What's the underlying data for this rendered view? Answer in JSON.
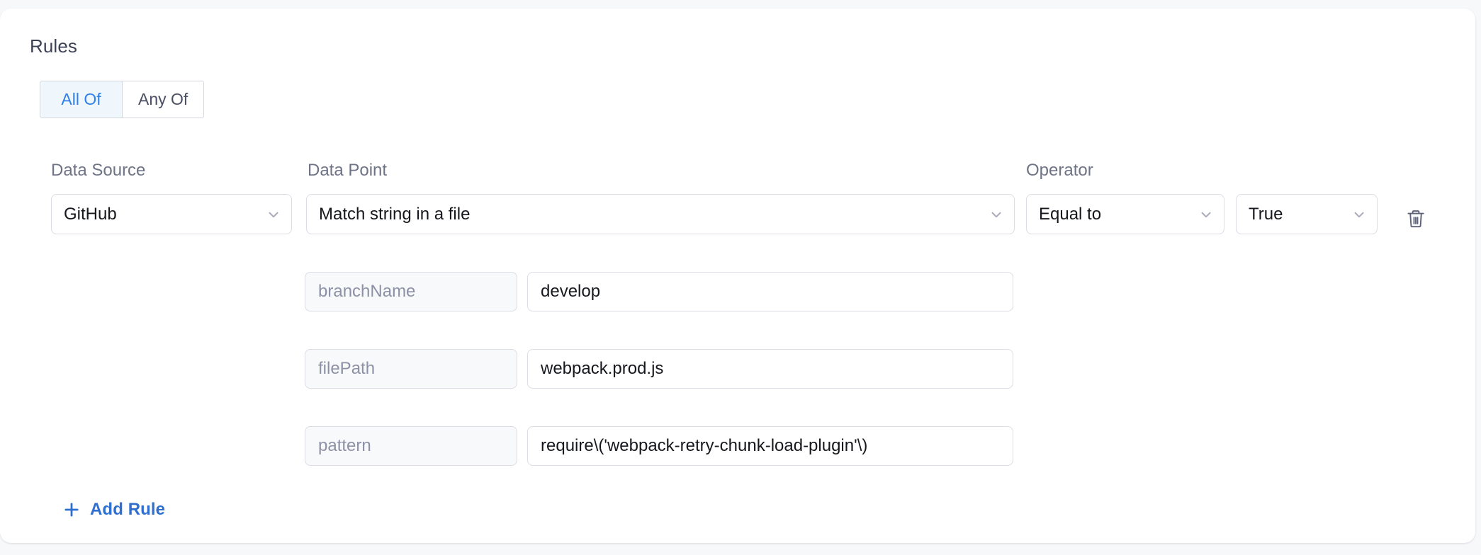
{
  "section": {
    "title": "Rules"
  },
  "match_toggle": {
    "options": [
      {
        "label": "All Of",
        "selected": true
      },
      {
        "label": "Any Of",
        "selected": false
      }
    ]
  },
  "labels": {
    "data_source": "Data Source",
    "data_point": "Data Point",
    "operator": "Operator"
  },
  "rule": {
    "data_source": "GitHub",
    "data_point": "Match string in a file",
    "operator": "Equal to",
    "operator_value": "True",
    "delete_icon": "trash-icon",
    "chevron_icon": "chevron-down-icon",
    "parameters": [
      {
        "key": "branchName",
        "value": "develop"
      },
      {
        "key": "filePath",
        "value": "webpack.prod.js"
      },
      {
        "key": "pattern",
        "value": "require\\('webpack-retry-chunk-load-plugin'\\)"
      }
    ]
  },
  "actions": {
    "add_rule_label": "Add Rule",
    "add_rule_icon": "plus-icon"
  },
  "colors": {
    "accent_blue": "#2f80ed",
    "link_blue": "#2f6fd0",
    "toggle_active_bg": "#eff7fd",
    "label_gray": "#6e7386",
    "border_gray": "#dcdce5",
    "page_bg": "#f7f8fa",
    "card_bg": "#ffffff",
    "param_key_bg": "#f8f9fb"
  }
}
